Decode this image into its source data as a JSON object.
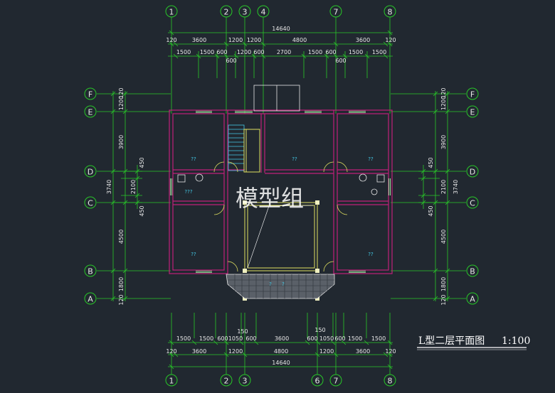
{
  "drawing": {
    "title": "L型二层平面图",
    "scale": "1:100",
    "watermark": "模型组"
  },
  "axes": {
    "top": [
      "1",
      "2",
      "3",
      "4",
      "7",
      "8"
    ],
    "bottom": [
      "1",
      "2",
      "3",
      "6",
      "7",
      "8"
    ],
    "left": [
      "F",
      "E",
      "D",
      "C",
      "B",
      "A"
    ],
    "right": [
      "F",
      "E",
      "D",
      "C",
      "B",
      "A"
    ]
  },
  "dimensions": {
    "top_total": "14640",
    "top_row1": [
      "120",
      "3600",
      "1200",
      "1200",
      "4800",
      "3600",
      "120"
    ],
    "top_row2": [
      "1500",
      "1500",
      "600",
      "1200",
      "600",
      "2700",
      "1500",
      "600",
      "1500",
      "1500"
    ],
    "top_row3_a": "600",
    "top_row3_b": "600",
    "bottom_row1": [
      "1500",
      "1500",
      "600",
      "1050",
      "600",
      "3600",
      "600",
      "1050",
      "600",
      "1500",
      "1500"
    ],
    "bottom_row1_top_a": "150",
    "bottom_row1_top_b": "150",
    "bottom_row2": [
      "120",
      "3600",
      "1200",
      "4800",
      "1200",
      "3600",
      "120"
    ],
    "bottom_total": "14640",
    "left_outer": [
      "1200",
      "120",
      "3900",
      "3740",
      "4500",
      "1800",
      "120"
    ],
    "left_inner": [
      "450",
      "2100",
      "450"
    ],
    "right_outer": [
      "120",
      "1200",
      "3900",
      "3740",
      "4500",
      "1800",
      "120"
    ],
    "right_inner": [
      "450",
      "2100",
      "450"
    ]
  },
  "rooms": {
    "room_tl": "??",
    "room_tc": "??",
    "room_tr": "??",
    "bath_l": "???",
    "room_bl": "??",
    "room_br": "??",
    "balcony_a": "?",
    "balcony_b": "?"
  },
  "colors": {
    "background": "#212830",
    "wall": "#c0207a",
    "dim_line": "#28c828",
    "axis_circle": "#28c828",
    "text": "#e8e8e8",
    "room_text": "#43c9e6",
    "window": "#9fe0a0",
    "stair": "#43c9e6",
    "door": "#e0e060"
  }
}
